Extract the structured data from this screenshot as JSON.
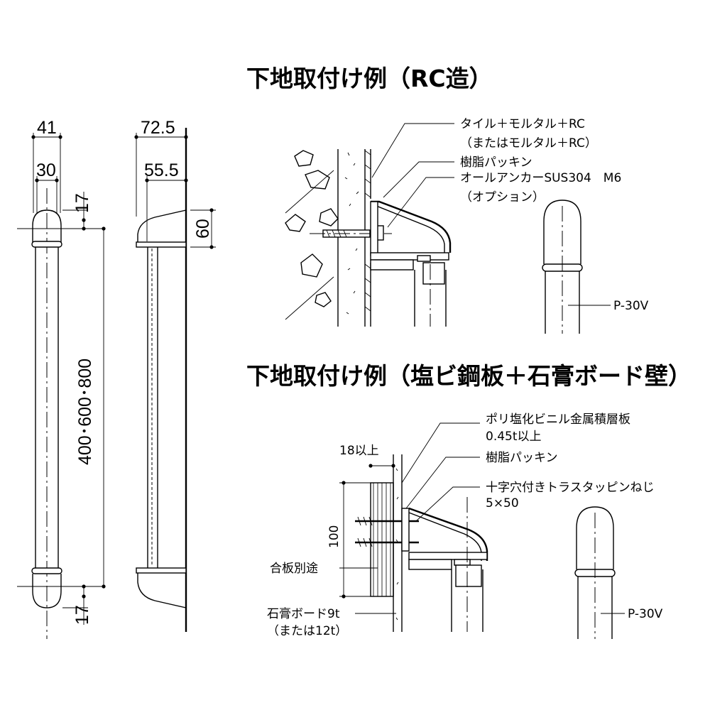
{
  "titles": {
    "rc": "下地取付け例（RC造）",
    "pvc": "下地取付け例（塩ビ鋼板＋石膏ボード壁）"
  },
  "front_view": {
    "dim_top_outer": "41",
    "dim_top_inner": "30",
    "dim_end_top": "17",
    "dim_length": "400･600･800",
    "dim_end_bottom": "17"
  },
  "side_view": {
    "dim_depth_outer": "72.5",
    "dim_depth_inner": "55.5",
    "dim_height": "60"
  },
  "rc_detail": {
    "label_tile_1": "タイル＋モルタル＋RC",
    "label_tile_2": "（またはモルタル＋RC）",
    "label_packing": "樹脂パッキン",
    "label_anchor_1": "オールアンカーSUS304　M6",
    "label_anchor_2": "（オプション）",
    "label_model": "P-30V"
  },
  "pvc_detail": {
    "label_panel_1": "ポリ塩化ビニル金属積層板",
    "label_panel_2": "0.45t以上",
    "label_packing": "樹脂パッキン",
    "label_screw_1": "十字穴付きトラスタッピンねじ",
    "label_screw_2": "5×50",
    "dim_18": "18以上",
    "dim_100": "100",
    "label_plywood": "合板別途",
    "label_board_1": "石膏ボード9t",
    "label_board_2": "（または12t）",
    "label_model": "P-30V"
  }
}
